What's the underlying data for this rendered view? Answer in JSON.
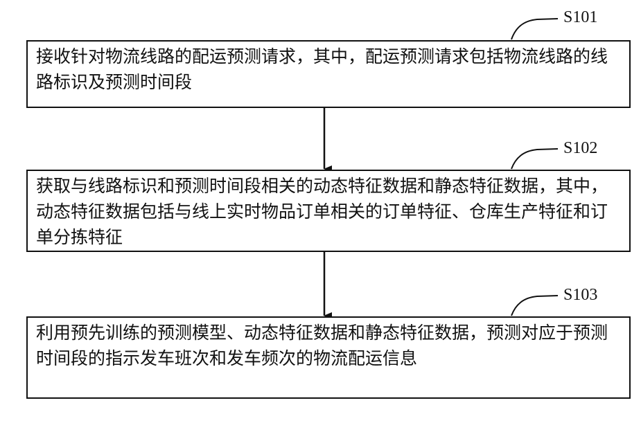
{
  "steps": [
    {
      "id": "S101",
      "text": "接收针对物流线路的配运预测请求，其中，配运预测请求包括物流线路的线路标识及预测时间段"
    },
    {
      "id": "S102",
      "text": "获取与线路标识和预测时间段相关的动态特征数据和静态特征数据，其中，动态特征数据包括与线上实时物品订单相关的订单特征、仓库生产特征和订单分拣特征"
    },
    {
      "id": "S103",
      "text": "利用预先训练的预测模型、动态特征数据和静态特征数据，预测对应于预测时间段的指示发车班次和发车频次的物流配运信息"
    }
  ],
  "colors": {
    "stroke": "#111111",
    "background": "#ffffff"
  }
}
